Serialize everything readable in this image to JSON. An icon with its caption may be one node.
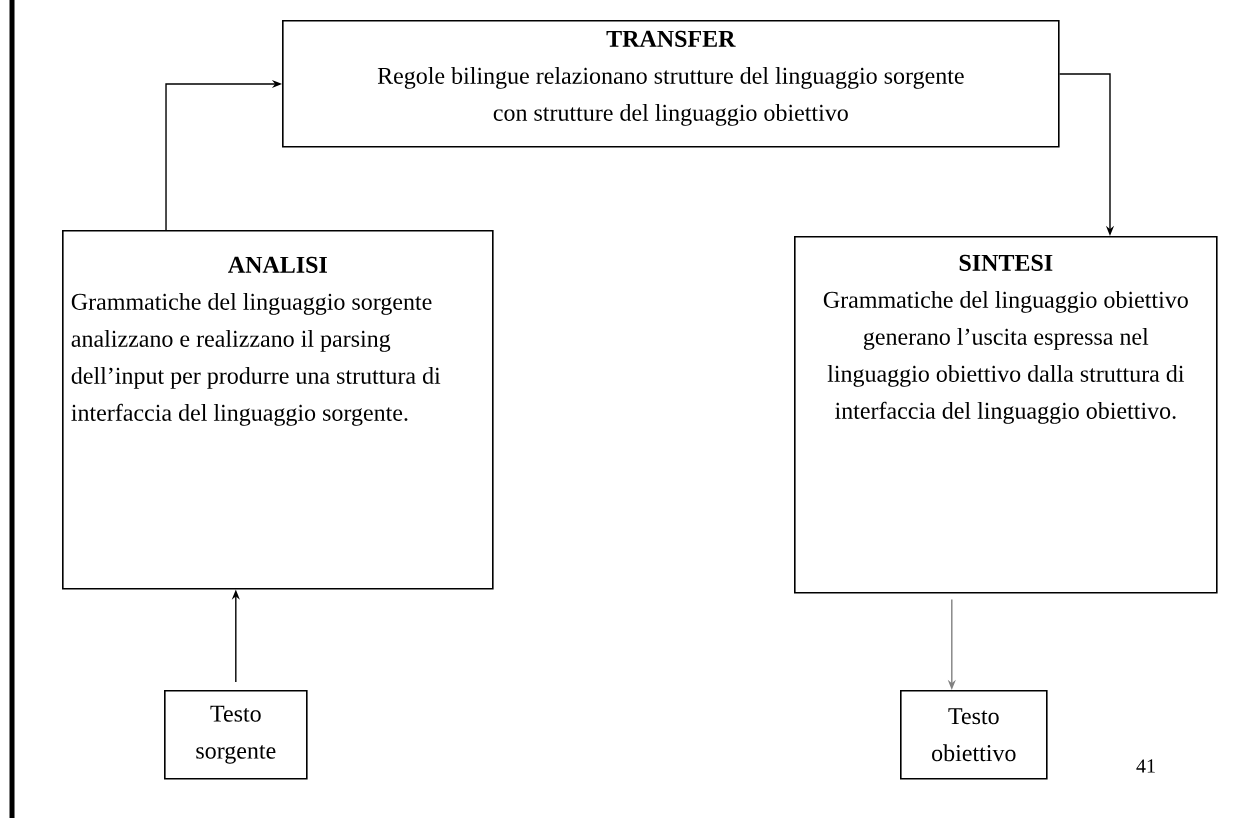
{
  "diagram": {
    "nodes": [
      {
        "text": [
          "TRANSFER",
          "Regole bilingue relazionano strutture del linguaggio sorgente con strutture del linguaggio obiettivo"
        ]
      },
      {
        "text": [
          "ANALISI",
          "Grammatiche del linguaggio sorgente analizzano e realizzano il parsing dell’input per produrre una struttura di interfaccia del linguaggio sorgente."
        ]
      },
      {
        "text": [
          "SINTESI",
          "Grammatiche del linguaggio obiettivo generano l’uscita espressa nel linguaggio obiettivo dalla struttura di interfaccia del linguaggio obiettivo."
        ]
      },
      {
        "text": [
          "Testo sorgente"
        ]
      },
      {
        "text": [
          "Testo obiettivo"
        ]
      }
    ],
    "edges": [
      {
        "from": 1,
        "to": 0,
        "arrow": "to"
      },
      {
        "from": 0,
        "to": 2,
        "arrow": "to"
      },
      {
        "from": 3,
        "to": 1,
        "arrow": "to"
      },
      {
        "from": 2,
        "to": 4,
        "arrow": "to",
        "color": "#808080"
      }
    ],
    "labels": [
      "41"
    ]
  }
}
